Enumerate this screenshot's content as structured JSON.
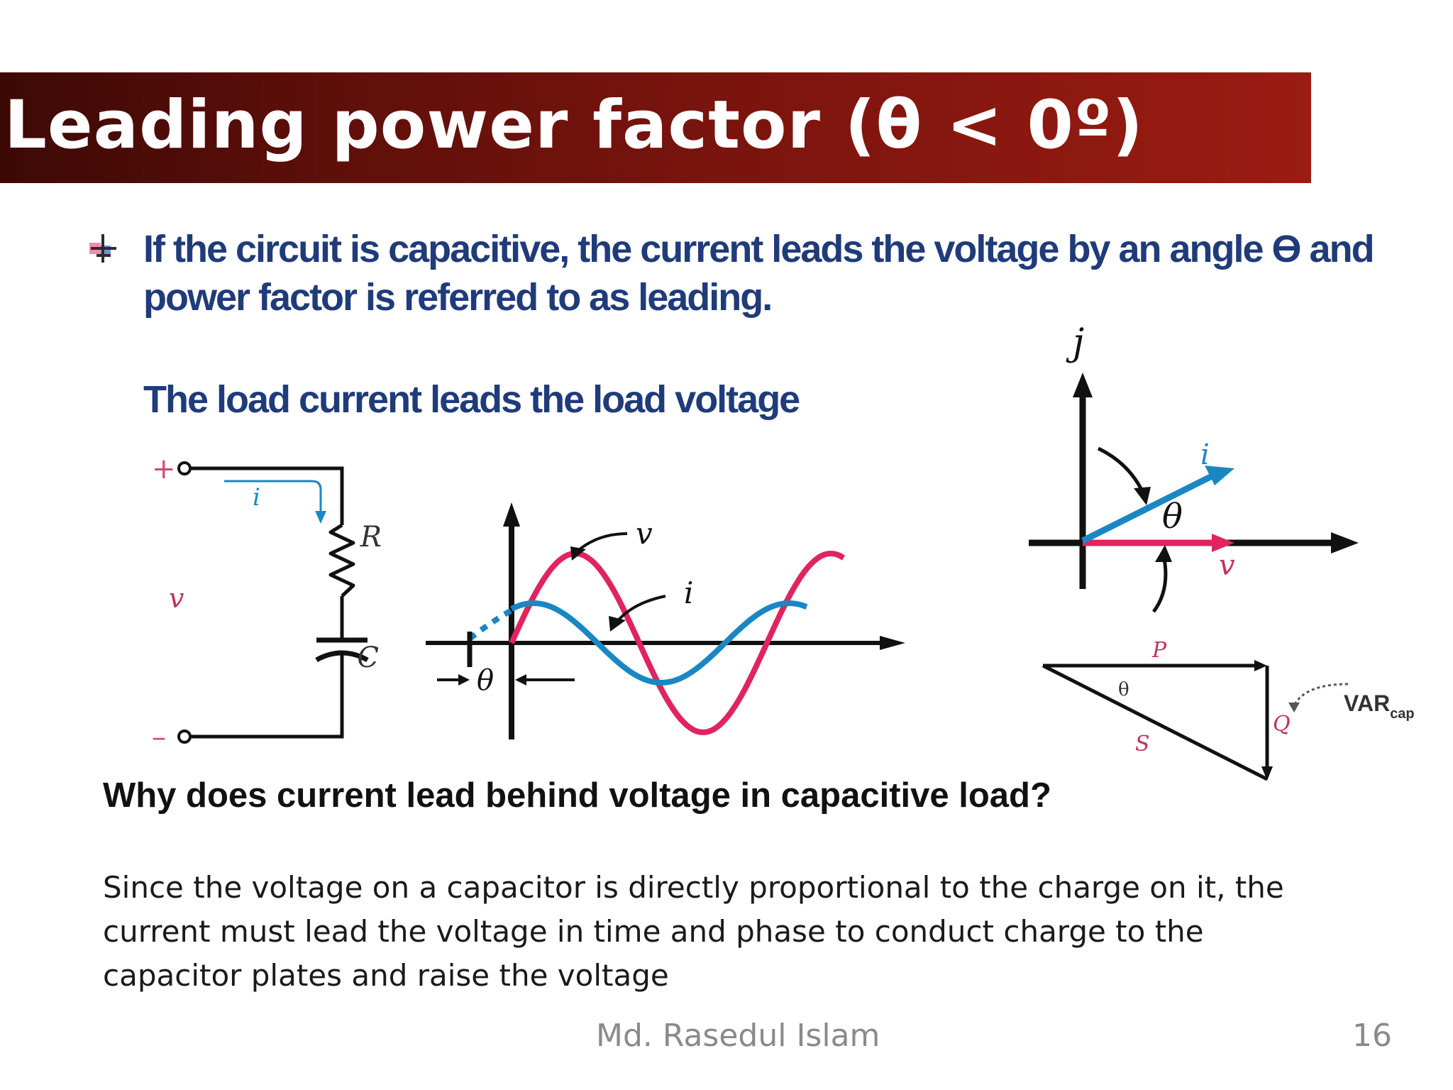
{
  "slide": {
    "title": "Leading power factor (θ < 0º)",
    "bullet_line1": "If the circuit is capacitive, the current leads the voltage by an angle ϴ and",
    "bullet_line2": "power factor is referred to as leading.",
    "subheading": "The load current leads the load voltage",
    "question": "Why does current lead behind voltage in capacitive load?",
    "paragraph_lines": [
      "Since the voltage on a capacitor is directly proportional to the charge on it, the",
      "current must lead the voltage in time and phase to conduct charge to the",
      "capacitor plates and raise the voltage"
    ],
    "footer_author": "Md. Rasedul Islam",
    "page_number": "16"
  },
  "circuit": {
    "plus": "+",
    "minus": "–",
    "current": "i",
    "voltage": "v",
    "resistor": "R",
    "capacitor": "C"
  },
  "waveform": {
    "v_label": "v",
    "i_label": "i",
    "theta": "θ"
  },
  "phasor": {
    "axis_j": "j",
    "i_label": "i",
    "v_label": "v",
    "theta": "θ"
  },
  "power_triangle": {
    "P": "P",
    "Q": "Q",
    "S": "S",
    "theta": "θ",
    "var_label": "VAR",
    "var_subscript": "cap"
  },
  "colors": {
    "title_bar": "#7a140e",
    "heading_blue": "#1f3b7a",
    "voltage": "#e0245e",
    "current": "#1a87c4"
  }
}
